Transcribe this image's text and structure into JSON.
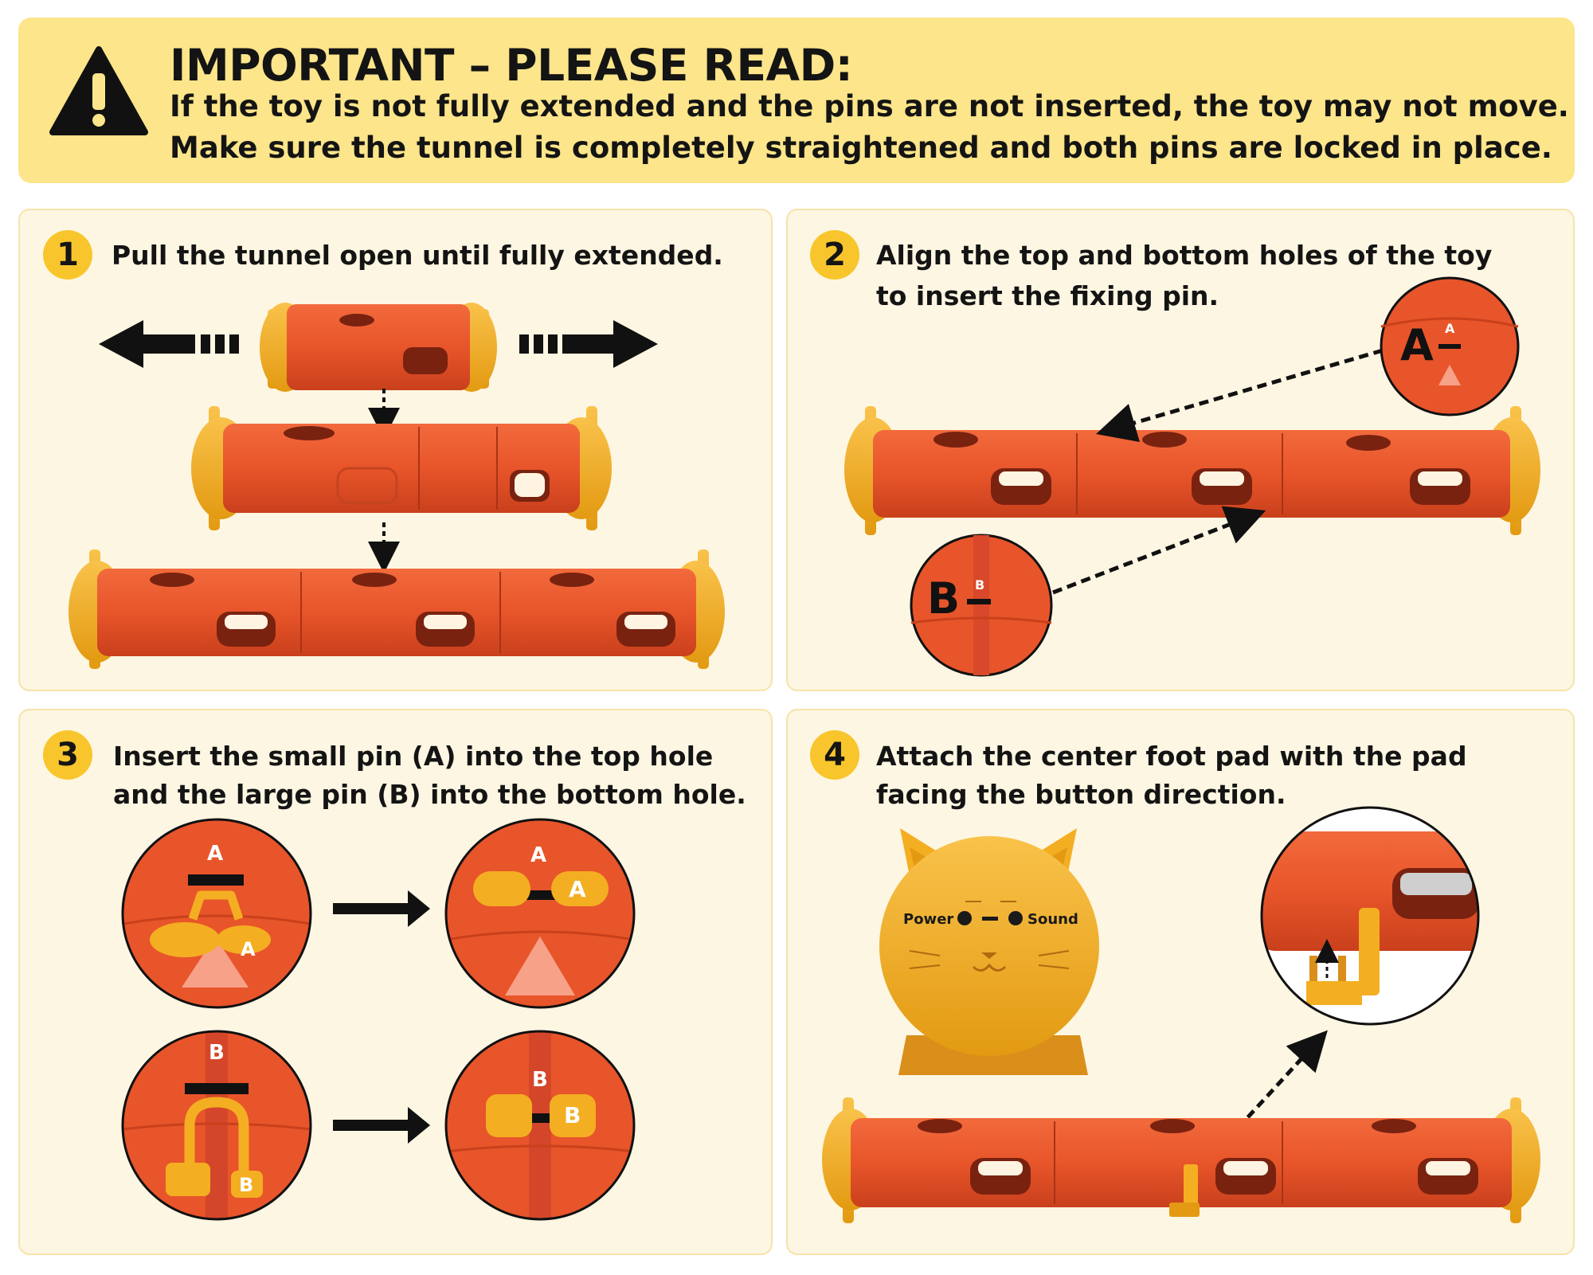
{
  "banner": {
    "title": "IMPORTANT – PLEASE READ:",
    "line1": "If the toy is not fully extended and the pins are not inserted, the toy may not move.",
    "line2": "Make sure the tunnel is completely straightened and both pins are locked in place.",
    "icon": "warning-triangle-icon",
    "color": "#fce58a"
  },
  "steps": [
    {
      "number": "1",
      "text_line1": "Pull the tunnel open until fully extended.",
      "text_line2": ""
    },
    {
      "number": "2",
      "text_line1": "Align the top and bottom holes of the toy",
      "text_line2": "to insert the fixing pin.",
      "callout_a_letter": "A",
      "callout_a_mark": "A",
      "callout_b_letter": "B",
      "callout_b_mark": "B"
    },
    {
      "number": "3",
      "text_line1": "Insert the small pin (A) into the top hole",
      "text_line2": "and the large pin (B) into the bottom hole.",
      "pin_a": "A",
      "pin_b": "B"
    },
    {
      "number": "4",
      "text_line1": "Attach the center foot pad with the pad",
      "text_line2": "facing the button direction.",
      "power_label": "Power",
      "sound_label": "Sound"
    }
  ],
  "colors": {
    "tube": "#e8552a",
    "cap": "#f4ae22",
    "panel": "#fdf6e2",
    "badge": "#f8c62c"
  }
}
